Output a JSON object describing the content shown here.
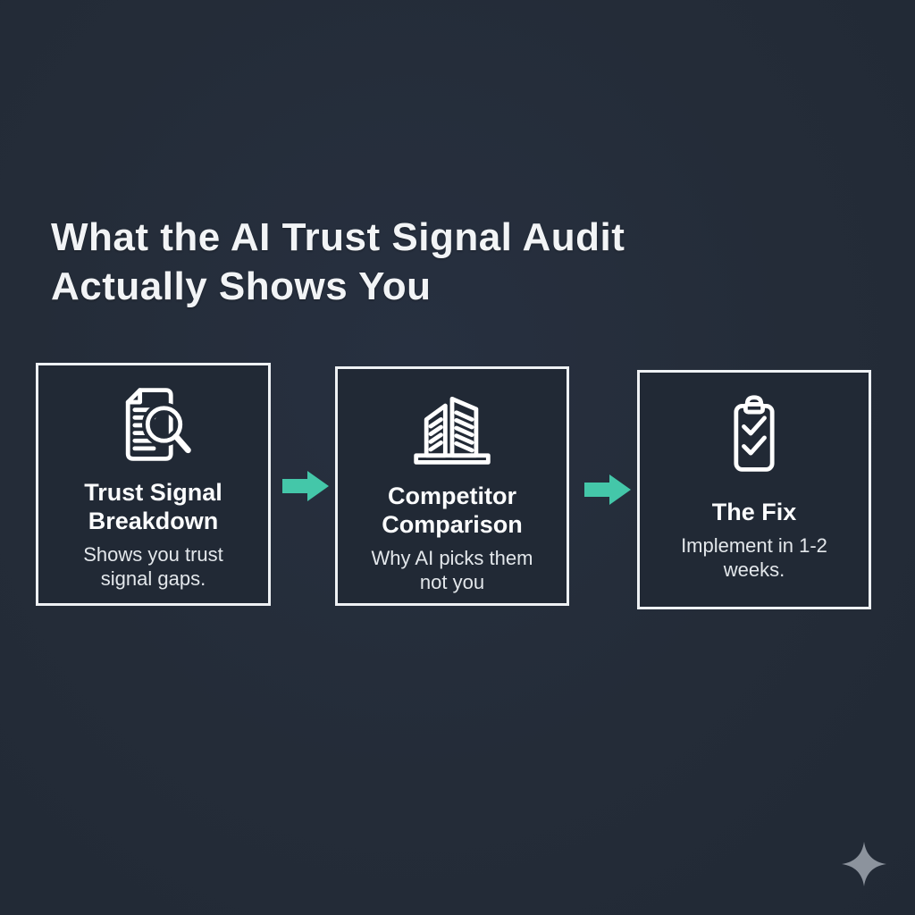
{
  "title": {
    "text": "What the AI Trust Signal Audit\nActually Shows You"
  },
  "steps": [
    {
      "icon": "document-search-icon",
      "title": "Trust Signal\nBreakdown",
      "subtitle": "Shows you trust\nsignal gaps."
    },
    {
      "icon": "buildings-comparison-icon",
      "title": "Competitor\nComparison",
      "subtitle": "Why AI picks them\nnot you"
    },
    {
      "icon": "clipboard-check-icon",
      "title": "The Fix",
      "subtitle": "Implement in 1-2\nweeks."
    }
  ],
  "colors": {
    "background": "#242c38",
    "card_fill": "#212935",
    "card_border": "#eef1f4",
    "accent_arrow": "#44c7a9",
    "title_text": "#f2f4f6",
    "heading_text": "#fbfcfd",
    "body_text": "#e3e7eb",
    "sparkle_gray": "#8c939d"
  }
}
